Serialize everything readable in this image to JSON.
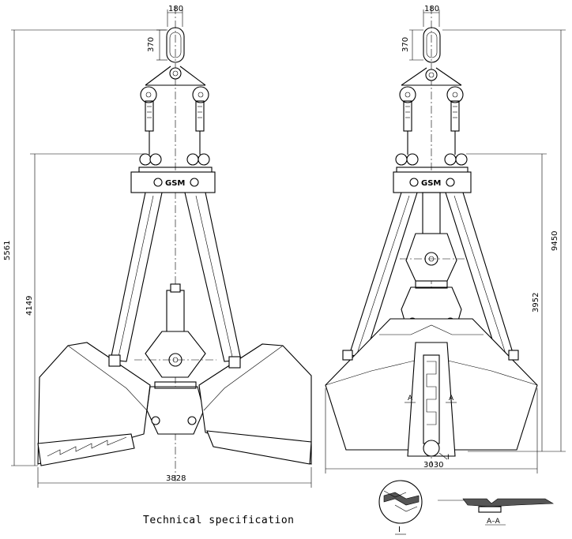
{
  "drawing": {
    "caption": "Technical specification",
    "brand_mark": "GSM",
    "left_view": {
      "dim_eye_width": "180",
      "dim_eye_height": "370",
      "dim_overall_height": "5561",
      "dim_body_height": "4149",
      "dim_open_width": "3828"
    },
    "right_view": {
      "dim_eye_width": "180",
      "dim_eye_height": "370",
      "dim_right_height": "9450",
      "dim_closed_height": "3952",
      "dim_closed_width": "3030",
      "section_mark_left": "A",
      "section_mark_right": "A",
      "detail_mark": "I"
    },
    "detail_label": "I",
    "section_label": "A–A"
  }
}
